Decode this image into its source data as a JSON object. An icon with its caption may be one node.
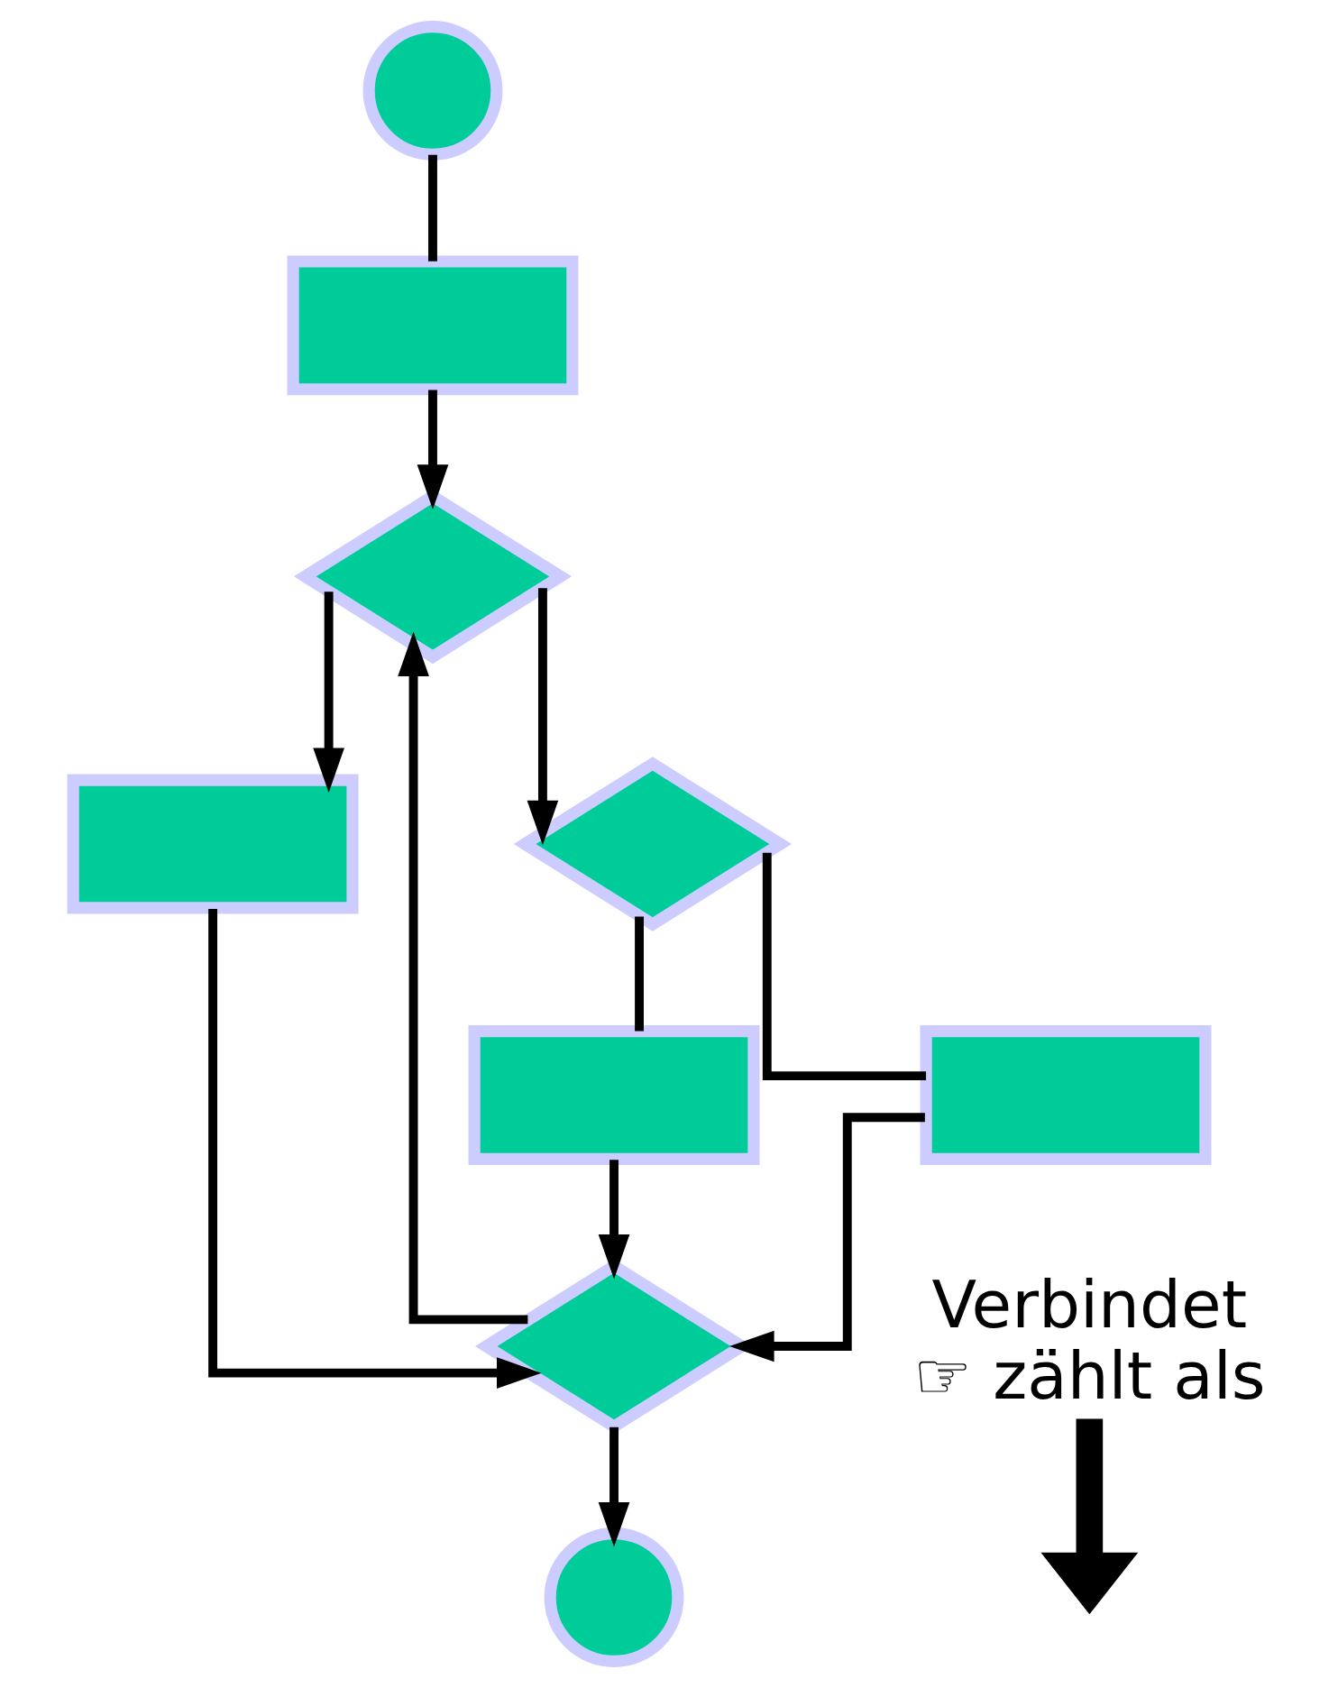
{
  "diagram": {
    "nodes": [
      {
        "text": [],
        "shape": "circle"
      },
      {
        "text": [],
        "shape": "box"
      },
      {
        "text": [],
        "shape": "diamond"
      },
      {
        "text": [],
        "shape": "box"
      },
      {
        "text": [],
        "shape": "diamond"
      },
      {
        "text": [],
        "shape": "box"
      },
      {
        "text": [],
        "shape": "box"
      },
      {
        "text": [],
        "shape": "diamond"
      },
      {
        "text": [],
        "shape": "circle"
      },
      {
        "text": [
          "Verbindet",
          "☞ zählt als"
        ]
      }
    ],
    "edges": [
      {
        "from": 0,
        "to": 1,
        "arrow": "none"
      },
      {
        "from": 1,
        "to": 2,
        "arrow": "to"
      },
      {
        "from": 2,
        "to": 3,
        "arrow": "to"
      },
      {
        "from": 2,
        "to": 4,
        "arrow": "to"
      },
      {
        "from": 4,
        "to": 5,
        "arrow": "none"
      },
      {
        "from": 4,
        "to": 6,
        "arrow": "none"
      },
      {
        "from": 3,
        "to": 7,
        "arrow": "to"
      },
      {
        "from": 5,
        "to": 7,
        "arrow": "to"
      },
      {
        "from": 6,
        "to": 7,
        "arrow": "to"
      },
      {
        "from": 7,
        "to": 2,
        "arrow": "to"
      },
      {
        "from": 7,
        "to": 8,
        "arrow": "to"
      },
      {
        "from": 9,
        "to": null,
        "arrow": "to",
        "style": "thick"
      }
    ]
  }
}
